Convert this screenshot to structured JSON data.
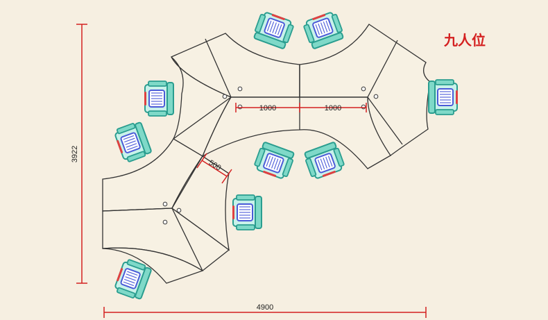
{
  "title": "九人位",
  "dimensions": {
    "total_width": "4900",
    "total_height": "3922",
    "desk_length_left": "1000",
    "desk_length_right": "1000",
    "partition_depth": "500"
  },
  "seat_count": 9,
  "colors": {
    "background": "#f6efe1",
    "desk_fill": "#f7f1e3",
    "desk_line": "#333333",
    "dimension_line": "#d42020",
    "chair_frame": "#2a9d8f",
    "chair_fill": "#c9f2ea",
    "chair_seat": "#4a5ad8",
    "title": "#d42020"
  },
  "icons": {
    "chair": "office-chair-icon",
    "grommet": "cable-grommet-icon"
  }
}
